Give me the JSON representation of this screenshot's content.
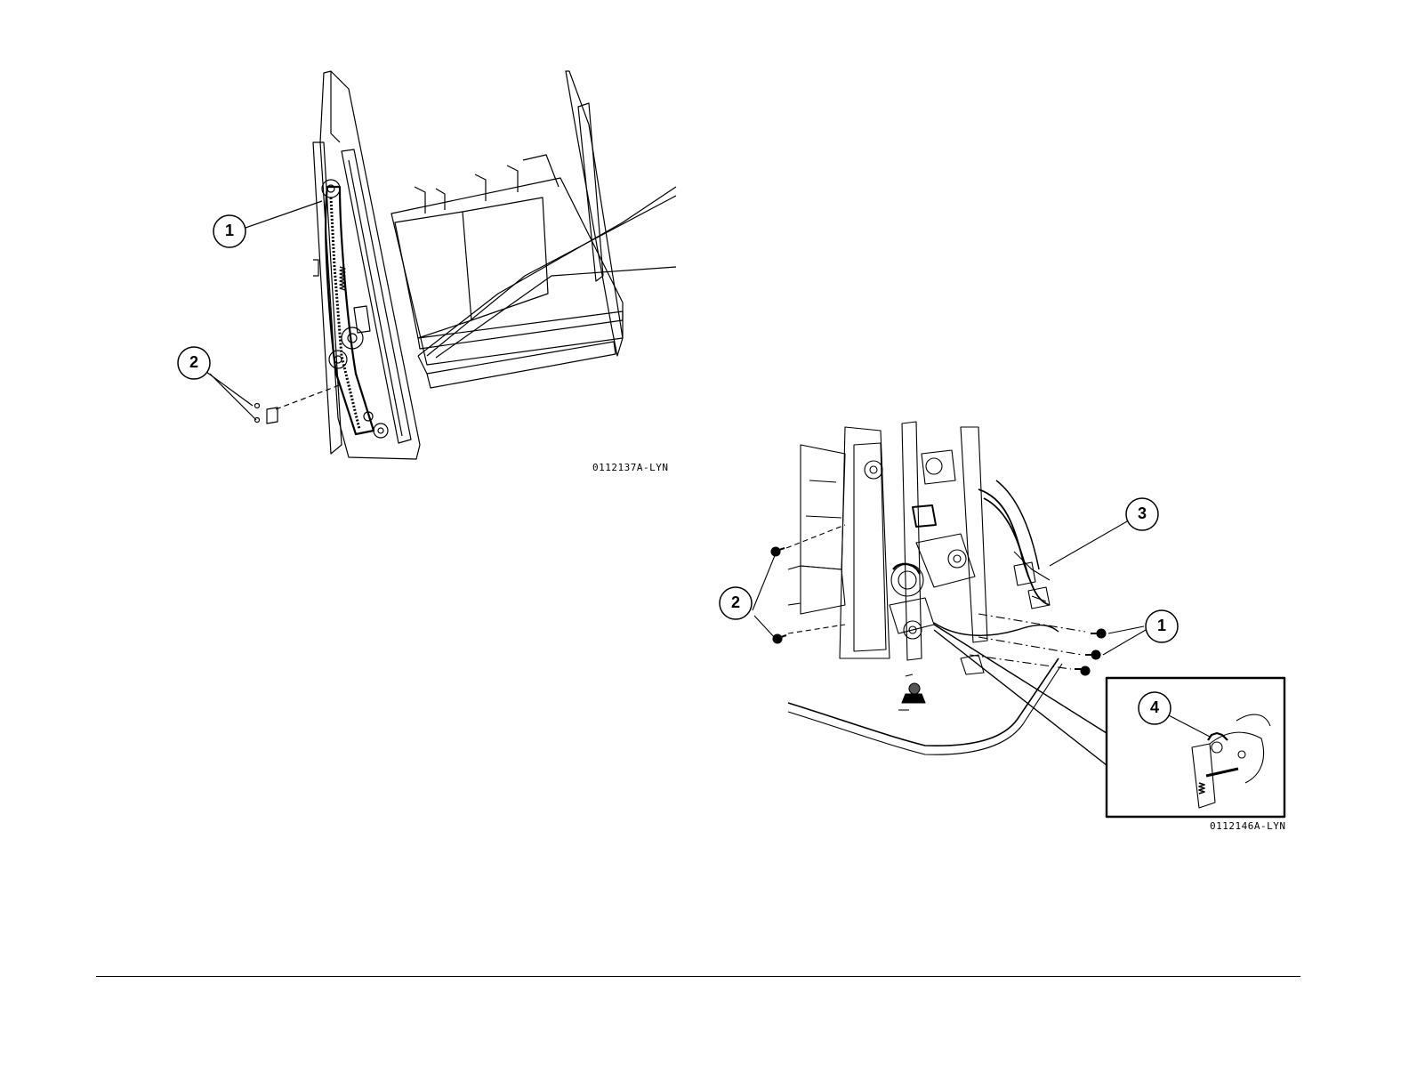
{
  "figure_left": {
    "id_label": "0112137A-LYN",
    "callouts": [
      "1",
      "2"
    ]
  },
  "figure_right": {
    "id_label": "0112146A-LYN",
    "callouts": [
      "1",
      "2",
      "3",
      "4"
    ]
  }
}
